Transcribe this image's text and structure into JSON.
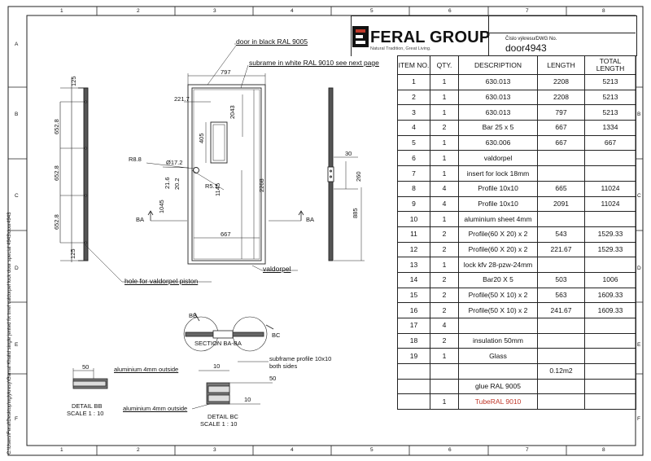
{
  "border": {
    "col_labels": [
      "1",
      "2",
      "3",
      "4",
      "5",
      "6",
      "7",
      "8"
    ],
    "row_labels": [
      "A",
      "B",
      "C",
      "D",
      "E",
      "F"
    ]
  },
  "title_block": {
    "brand": "FERAL GROUP",
    "tagline": "Natural Tradition, Great Living.",
    "dwg_label": "Číslo výkresu/DWG No.",
    "dwg_no": "door4943"
  },
  "bom": {
    "headers": [
      "ITEM NO.",
      "QTY.",
      "DESCRIPTION",
      "LENGTH",
      "TOTAL LENGTH"
    ],
    "rows": [
      [
        "1",
        "1",
        "630.013",
        "2208",
        "5213"
      ],
      [
        "2",
        "1",
        "630.013",
        "2208",
        "5213"
      ],
      [
        "3",
        "1",
        "630.013",
        "797",
        "5213"
      ],
      [
        "4",
        "2",
        "Bar 25 x 5",
        "667",
        "1334"
      ],
      [
        "5",
        "1",
        "630.006",
        "667",
        "667"
      ],
      [
        "6",
        "1",
        "valdorpel",
        "",
        ""
      ],
      [
        "7",
        "1",
        "insert for lock 18mm",
        "",
        ""
      ],
      [
        "8",
        "4",
        "Profile 10x10",
        "665",
        "11024"
      ],
      [
        "9",
        "4",
        "Profile 10x10",
        "2091",
        "11024"
      ],
      [
        "10",
        "1",
        "aluminium sheet 4mm",
        "",
        ""
      ],
      [
        "11",
        "2",
        "Profile(60 X 20) x 2",
        "543",
        "1529.33"
      ],
      [
        "12",
        "2",
        "Profile(60 X 20) x 2",
        "221.67",
        "1529.33"
      ],
      [
        "13",
        "1",
        "lock kfv 28-pzw-24mm",
        "",
        ""
      ],
      [
        "14",
        "2",
        "Bar20 X 5",
        "503",
        "1006"
      ],
      [
        "15",
        "2",
        "Profile(50 X 10) x 2",
        "563",
        "1609.33"
      ],
      [
        "16",
        "2",
        "Profile(50 X 10) x 2",
        "241.67",
        "1609.33"
      ],
      [
        "17",
        "4",
        "",
        "",
        ""
      ],
      [
        "18",
        "2",
        "insulation 50mm",
        "",
        ""
      ],
      [
        "19",
        "1",
        "Glass",
        "",
        ""
      ],
      [
        "",
        "",
        "",
        "0.12m2",
        ""
      ],
      [
        "",
        "",
        "glue RAL 9005",
        "",
        ""
      ],
      [
        "",
        "1",
        "TubeRAL 9010",
        "",
        ""
      ]
    ]
  },
  "annotations": {
    "door_black": "door in black RAL 9005",
    "subframe_white": "subrame in white RAL 9010 see next page",
    "hole_valdorpel": "hole for valdorpel piston",
    "valdorpel": "valdorpel",
    "section": "SECTION BA-BA",
    "bb": "BB",
    "bc": "BC",
    "ba_left": "BA",
    "ba_right": "BA",
    "alu_outside_1": "aluminium 4mm outside",
    "alu_outside_2": "aluminium 4mm outside",
    "subframe_profile": "subframe profile 10x10",
    "both_sides": "both sides",
    "detail_bb": "DETAIL BB",
    "scale_bb": "SCALE 1 : 10",
    "detail_bc": "DETAIL BC",
    "scale_bc": "SCALE 1 : 10"
  },
  "dims": {
    "left_125_top": "125",
    "left_652_1": "652.8",
    "left_652_2": "652.8",
    "left_652_3": "652.8",
    "left_125_bot": "125",
    "w797": "797",
    "c221": "221.7",
    "d2043": "2043",
    "d405": "405",
    "r88": "R8.8",
    "o172": "Ø17.2",
    "d216": "21.6",
    "d202": "20.2",
    "r51": "R5.1",
    "d1145": "1145",
    "d1045": "1045",
    "d2208": "2208",
    "d667": "667",
    "d30": "30",
    "d260": "260",
    "d885": "885",
    "bb50": "50",
    "bc10a": "10",
    "bc50": "50",
    "bc10b": "10"
  },
  "file_path": "C:\\Users\\Feral\\Desktop\\nglykresy\\Gamal Khalid single jented fix  tmel valdorpel lock door special 4943\\door4943"
}
